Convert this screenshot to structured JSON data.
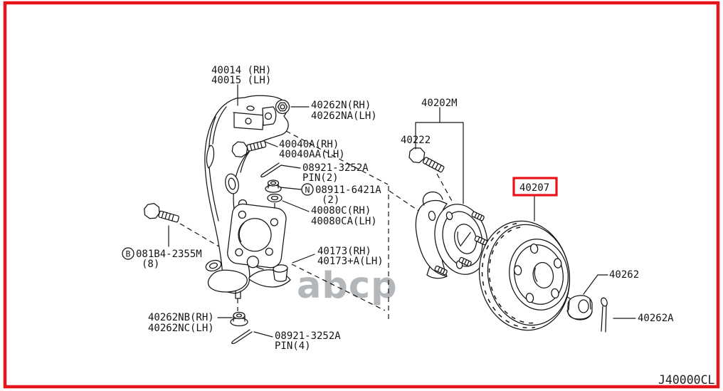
{
  "diagram": {
    "watermark": "abcp",
    "drawing_code": "J40000CL",
    "colors": {
      "highlight": "#e8141c",
      "line": "#141414",
      "watermark": "#b4b7ba",
      "background": "#ffffff"
    }
  },
  "labels": {
    "knuckle": {
      "line1": "40014 (RH)",
      "line2": "40015 (LH)"
    },
    "knuckle_nut": {
      "line1": "40262N(RH)",
      "line2": "40262NA(LH)"
    },
    "knuckle_bolt": {
      "line1": "40040A(RH)",
      "line2": "40040AA(LH)"
    },
    "pin_2": {
      "line1": "08921-3252A",
      "line2": "PIN(2)"
    },
    "lock_nut": {
      "prefix": "N",
      "line1": "08911-6421A",
      "line2": "(2)"
    },
    "washer": {
      "line1": "40080C(RH)",
      "line2": "40080CA(LH)"
    },
    "fixing_bolt": {
      "prefix": "B",
      "line1": "081B4-2355M",
      "line2": "(8)"
    },
    "baffle_cap": {
      "line1": "40173(RH)",
      "line2": "40173+A(LH)"
    },
    "lower_nut": {
      "line1": "40262NB(RH)",
      "line2": "40262NC(LH)"
    },
    "pin_4": {
      "line1": "08921-3252A",
      "line2": "PIN(4)"
    },
    "hub_assembly": {
      "line1": "40202M"
    },
    "hub_bolt": {
      "line1": "40222"
    },
    "rotor": {
      "line1": "40207"
    },
    "axle_nut": {
      "line1": "40262"
    },
    "axle_cotter_pin": {
      "line1": "40262A"
    }
  }
}
